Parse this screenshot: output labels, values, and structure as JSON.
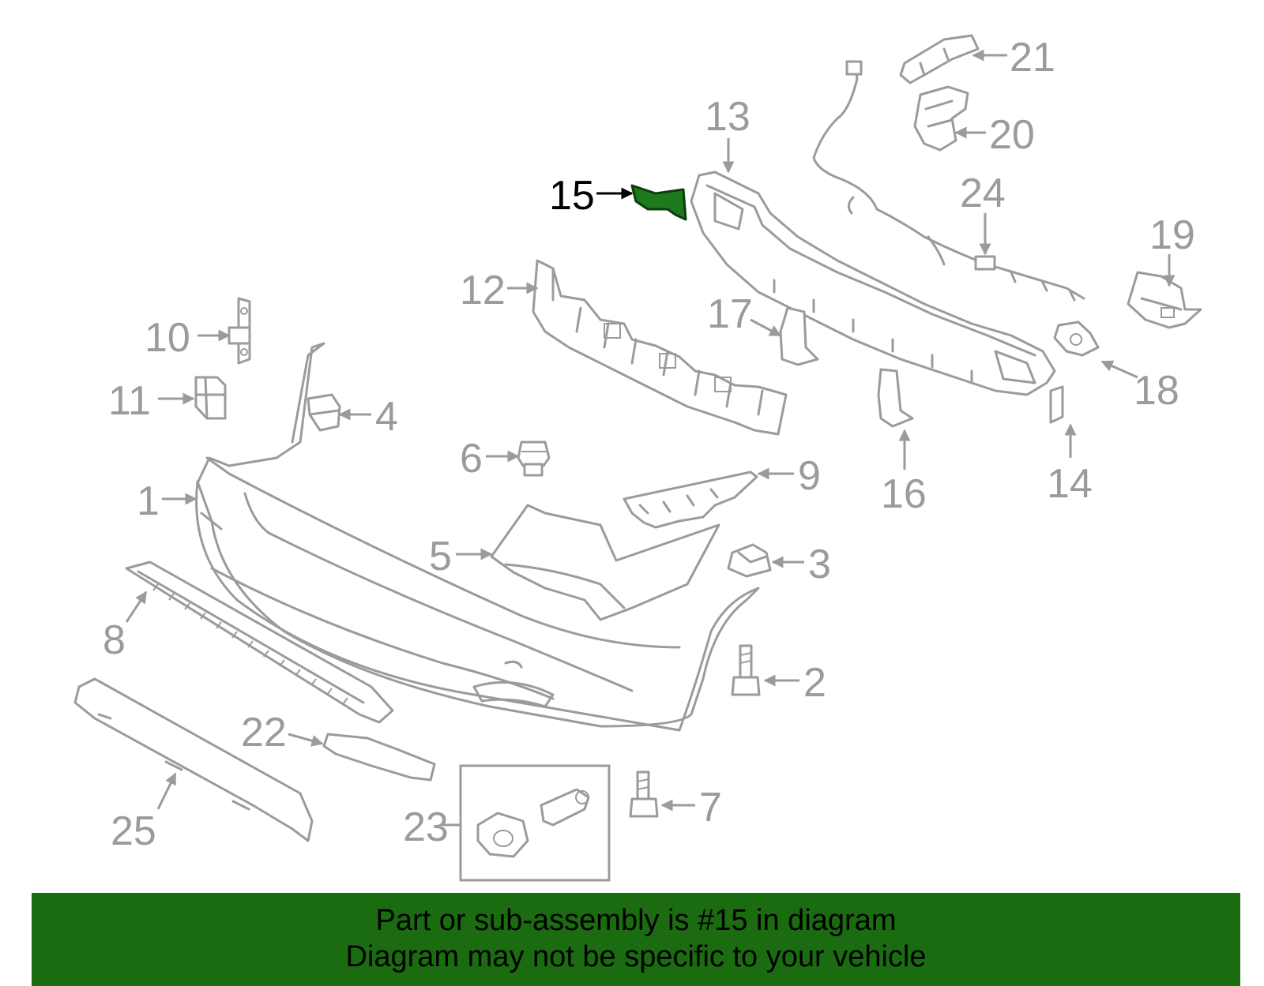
{
  "diagram": {
    "highlighted_part": "15",
    "highlight_color": "#1d7a1d",
    "callouts": [
      "1",
      "2",
      "3",
      "4",
      "5",
      "6",
      "7",
      "8",
      "9",
      "10",
      "11",
      "12",
      "13",
      "14",
      "15",
      "16",
      "17",
      "18",
      "19",
      "20",
      "21",
      "22",
      "23",
      "24",
      "25"
    ]
  },
  "banner": {
    "line1": "Part or sub-assembly is #15 in diagram",
    "line2": "Diagram may not be specific to your vehicle",
    "background": "#1b6c10"
  }
}
